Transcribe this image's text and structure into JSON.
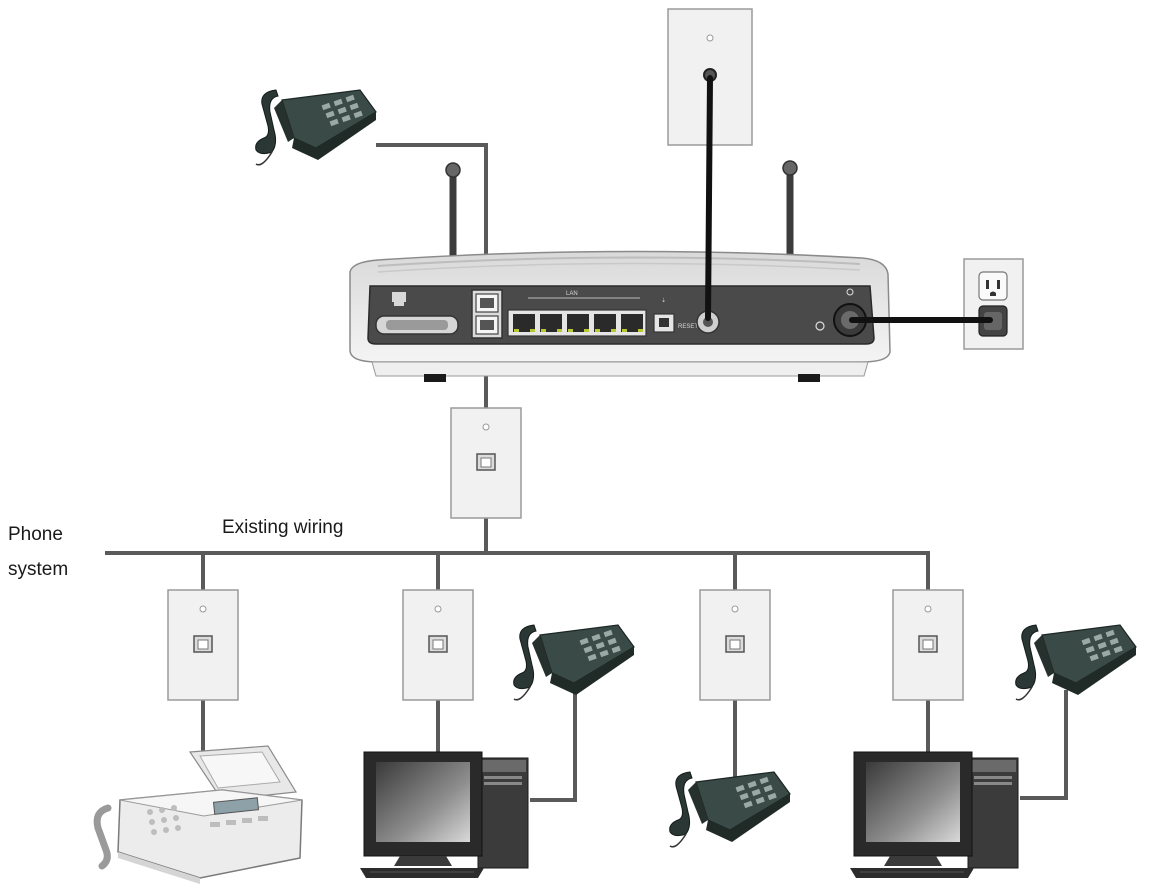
{
  "labels": {
    "phone_system_line1": "Phone",
    "phone_system_line2": "system",
    "existing_wiring": "Existing wiring"
  },
  "router": {
    "port_lan_text": "LAN",
    "port_reset_text": "RESET"
  },
  "colors": {
    "cable_gray": "#5a5a5a",
    "cable_black": "#111111",
    "wall_plate": "#f1f1f1",
    "router_body": "#e6e6e6",
    "router_panel": "#4a4a4a",
    "phone_body": "#2f3e3a",
    "ethernet_led": "#b8c832"
  },
  "icons": [
    "phone-icon",
    "fax-machine-icon",
    "computer-icon",
    "power-outlet-icon",
    "antenna-icon",
    "wall-jack-icon"
  ]
}
